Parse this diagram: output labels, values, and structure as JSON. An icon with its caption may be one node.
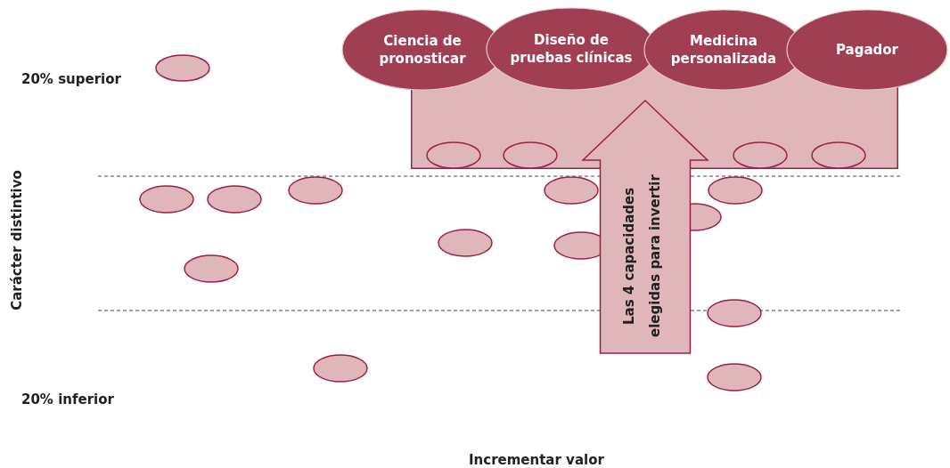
{
  "diagram": {
    "nodes": [
      {
        "text": [
          "Ciencia de pronosticar"
        ]
      },
      {
        "text": [
          "Diseño de pruebas clínicas"
        ]
      },
      {
        "text": [
          "Medicina personalizada"
        ]
      },
      {
        "text": [
          "Pagador"
        ]
      },
      {
        "text": [],
        "shape": "box"
      },
      {
        "text": [],
        "shape": "ellipse",
        "in": 4
      },
      {
        "text": [],
        "shape": "ellipse",
        "in": 4
      },
      {
        "text": [],
        "shape": "ellipse",
        "in": 4
      },
      {
        "text": [],
        "shape": "ellipse",
        "in": 4
      },
      {
        "text": [
          "Las 4 capacidades elegidas para invertir"
        ]
      },
      {
        "text": [],
        "shape": "ellipse"
      },
      {
        "text": [],
        "shape": "ellipse"
      },
      {
        "text": [],
        "shape": "ellipse"
      },
      {
        "text": [],
        "shape": "ellipse"
      },
      {
        "text": [],
        "shape": "ellipse"
      },
      {
        "text": [],
        "shape": "ellipse"
      },
      {
        "text": [],
        "shape": "ellipse"
      },
      {
        "text": [],
        "shape": "ellipse"
      },
      {
        "text": [],
        "shape": "ellipse"
      },
      {
        "text": [],
        "shape": "ellipse"
      },
      {
        "text": [],
        "shape": "ellipse"
      },
      {
        "text": [],
        "shape": "ellipse"
      },
      {
        "text": [],
        "shape": "ellipse"
      }
    ],
    "labels": [
      "20% superior",
      "Carácter distintivo",
      "20% inferior",
      "Incrementar valor"
    ]
  }
}
